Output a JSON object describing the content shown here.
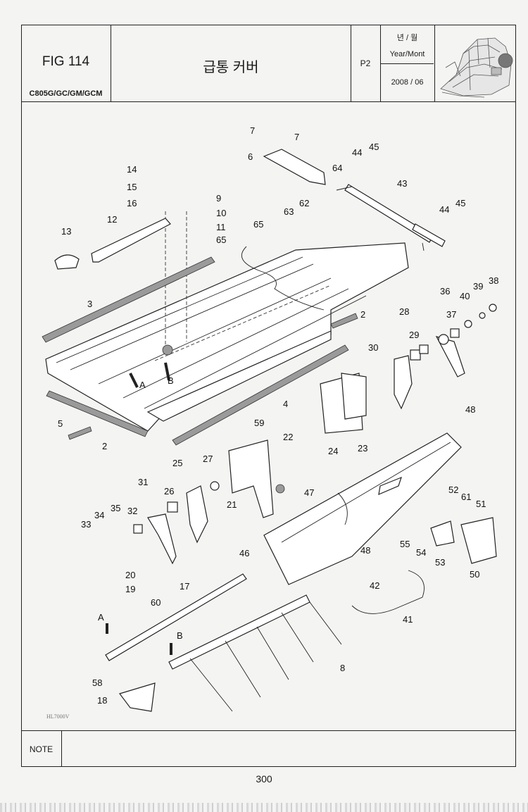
{
  "header": {
    "fig": "FIG 114",
    "model": "C805G/GC/GM/GCM",
    "title": "급통 커버",
    "page_code": "P2",
    "date_label_kr": "년 / 월",
    "date_label_en": "Year/Mont",
    "date_value": "2008 / 06"
  },
  "diagram": {
    "part_numbers": [
      "7",
      "7",
      "6",
      "44",
      "45",
      "64",
      "43",
      "14",
      "15",
      "16",
      "9",
      "10",
      "11",
      "65",
      "12",
      "13",
      "63",
      "62",
      "65",
      "44",
      "45",
      "3",
      "2",
      "28",
      "36",
      "40",
      "39",
      "38",
      "37",
      "29",
      "30",
      "A",
      "B",
      "4",
      "5",
      "2",
      "59",
      "22",
      "24",
      "23",
      "48",
      "25",
      "27",
      "31",
      "26",
      "21",
      "47",
      "35",
      "34",
      "33",
      "32",
      "46",
      "52",
      "61",
      "51",
      "55",
      "54",
      "48",
      "53",
      "50",
      "42",
      "17",
      "20",
      "19",
      "60",
      "A",
      "41",
      "B",
      "58",
      "18",
      "8"
    ],
    "view_labels": [
      "A",
      "B"
    ],
    "drawing_code": "HL7000V"
  },
  "note": {
    "label": "NOTE"
  },
  "footer": {
    "page_number": "300"
  }
}
